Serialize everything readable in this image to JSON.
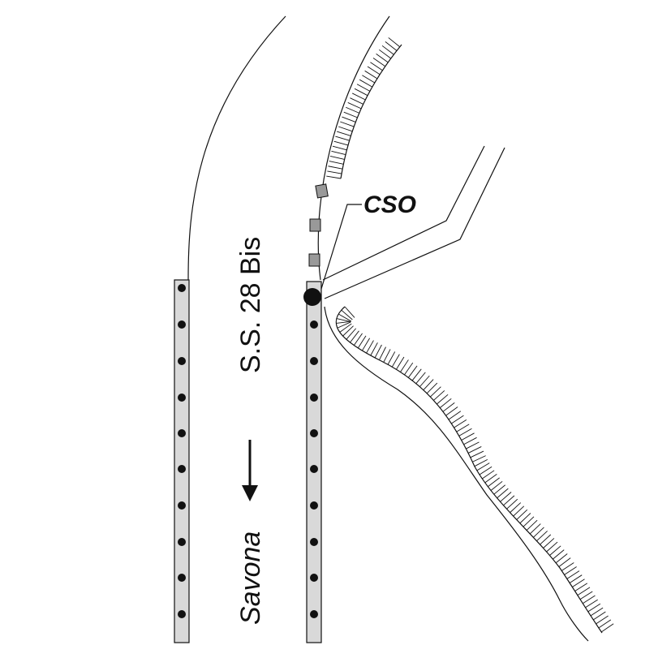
{
  "labels": {
    "cso": "CSO",
    "road": "S.S. 28 Bis",
    "direction": "Savona"
  },
  "icons": {
    "direction_arrow": "arrow-down-icon",
    "cso_outfall": "filled-circle-icon",
    "culvert_marks": "square-icon"
  },
  "colors": {
    "ink": "#111111",
    "strip_fill": "#d9d9d9",
    "culvert_fill": "#999999",
    "background": "#ffffff"
  }
}
